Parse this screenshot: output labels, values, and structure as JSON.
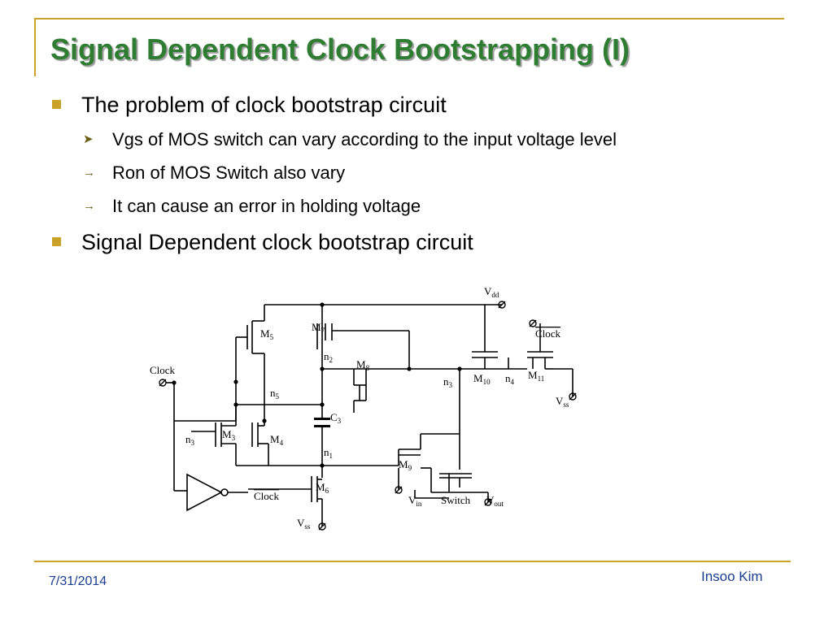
{
  "slide": {
    "title": "Signal Dependent Clock Bootstrapping (I)",
    "bullets": [
      {
        "text": "The problem of clock bootstrap circuit",
        "subitems": [
          "Vgs of MOS switch can vary according to the input voltage level",
          "Ron of MOS Switch also vary",
          "It can cause an error in holding voltage"
        ]
      },
      {
        "text": "Signal Dependent clock bootstrap circuit"
      }
    ],
    "accent_color": "#C9A227",
    "title_color": "#2E7D32",
    "footer_color": "#1a3d8f",
    "footer": {
      "date": "7/31/2014",
      "author": "Insoo Kim"
    }
  },
  "diagram": {
    "labels": {
      "vdd": "V",
      "vdd_sub": "dd",
      "vss_top": "V",
      "vss_top_sub": "ss",
      "vss_bottom": "V",
      "vss_bottom_sub": "ss",
      "clock_in": "Clock",
      "clock_bar_top": "Clock",
      "clock_bar_bottom": "Clock",
      "vin": "V",
      "vin_sub": "in",
      "vout": "V",
      "vout_sub": "out",
      "switch": "Switch",
      "n1": "n",
      "n1_sub": "1",
      "n2": "n",
      "n2_sub": "2",
      "n3": "n",
      "n3_sub": "3",
      "n3_in": "n",
      "n3_in_sub": "3",
      "n4": "n",
      "n4_sub": "4",
      "n5": "n",
      "n5_sub": "5",
      "c3": "C",
      "c3_sub": "3",
      "m3": "M",
      "m3_sub": "3",
      "m4": "M",
      "m4_sub": "4",
      "m5": "M",
      "m5_sub": "5",
      "m6": "M",
      "m6_sub": "6",
      "m7": "M",
      "m7_sub": "7",
      "m8": "M",
      "m8_sub": "8",
      "m9": "M",
      "m9_sub": "9",
      "m10": "M",
      "m10_sub": "10",
      "m11": "M",
      "m11_sub": "11"
    }
  }
}
